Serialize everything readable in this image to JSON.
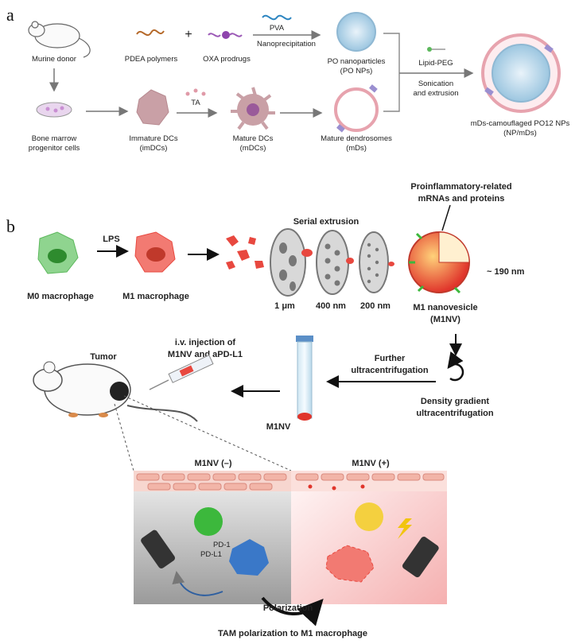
{
  "panel_a": {
    "label": "a",
    "murine_donor": "Murine donor",
    "pdea_polymers": "PDEA polymers",
    "plus": "+",
    "oxa_prodrugs": "OXA prodrugs",
    "pva": "PVA",
    "nanoprecipitation": "Nanoprecipitation",
    "po_np_line1": "PO nanoparticles",
    "po_np_line2": "(PO NPs)",
    "lipid_peg": "Lipid-PEG",
    "sonication_line1": "Sonication",
    "sonication_line2": "and extrusion",
    "final_line1": "mDs-camouflaged PO12 NPs",
    "final_line2": "(NP/mDs)",
    "bm_line1": "Bone marrow",
    "bm_line2": "progenitor cells",
    "imdc_line1": "Immature DCs",
    "imdc_line2": "(imDCs)",
    "ta": "TA",
    "mdc_line1": "Mature DCs",
    "mdc_line2": "(mDCs)",
    "md_line1": "Mature dendrosomes",
    "md_line2": "(mDs)"
  },
  "panel_b": {
    "label": "b",
    "lps": "LPS",
    "m0": "M0 macrophage",
    "m1": "M1 macrophage",
    "serial_extrusion": "Serial extrusion",
    "pore_1": "1 μm",
    "pore_2": "400 nm",
    "pore_3": "200 nm",
    "proinflam_line1": "Proinflammatory-related",
    "proinflam_line2": "mRNAs and proteins",
    "size": "~ 190 nm",
    "m1nv_line1": "M1 nanovesicle",
    "m1nv_line2": "(M1NV)",
    "tumor": "Tumor",
    "injection_line1": "i.v. injection of",
    "injection_line2": "M1NV and aPD-L1",
    "further_line1": "Further",
    "further_line2": "ultracentrifugation",
    "tube_label": "M1NV",
    "density_line1": "Density gradient",
    "density_line2": "ultracentrifugation",
    "m1nv_minus": "M1NV (–)",
    "m1nv_plus": "M1NV (+)",
    "pd1": "PD-1",
    "pdl1": "PD-L1",
    "polarization": "Polarization",
    "caption": "TAM polarization to M1 macrophage"
  },
  "colors": {
    "m0_green": "#5cb85c",
    "m1_red": "#e8483f",
    "teal_cell": "#b0d8e6",
    "pink_cell": "#d9a9ad",
    "yellow_cell": "#f4d03f",
    "green_cell": "#3cb83c",
    "blue_macrophage": "#3a78c8"
  }
}
